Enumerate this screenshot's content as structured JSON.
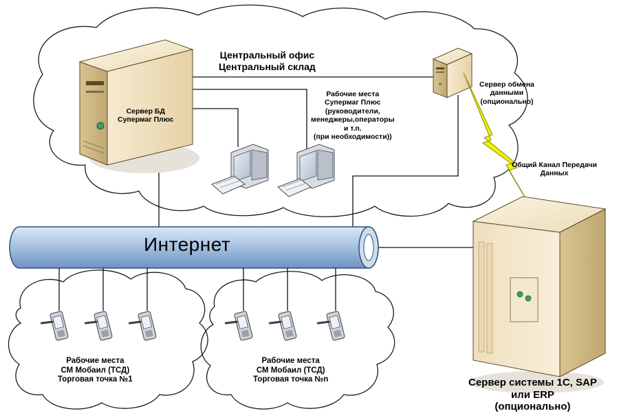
{
  "colors": {
    "pipe": "#a9c3e3",
    "pipe_stroke": "#2f4f7a",
    "server_light": "#f1e3c4",
    "server_dark": "#c8b487",
    "bolt": "#f2f200"
  },
  "office": {
    "title_line1": "Центральный офис",
    "title_line2": "Центральный склад"
  },
  "db_server": {
    "line1": "Сервер БД",
    "line2": "Супермаг Плюс"
  },
  "workstations": {
    "line1": "Рабочие места",
    "line2": "Супермаг Плюс",
    "line3": "(руководители,",
    "line4": "менеджеры,операторы",
    "line5": "и т.п.",
    "line6": "(при необходимости))"
  },
  "exchange_server": {
    "line1": "Сервер обмена",
    "line2": "данными",
    "line3": "(опционально)"
  },
  "channel": {
    "line1": "Общий Канал Передачи",
    "line2": "Данных"
  },
  "internet": {
    "label": "Интернет"
  },
  "store1": {
    "line1": "Рабочие места",
    "line2": "СМ Мобаил (ТСД)",
    "line3": "Торговая точка №1"
  },
  "storen": {
    "line1": "Рабочие места",
    "line2": "СМ Мобаил (ТСД)",
    "line3": "Торговая точка №n"
  },
  "erp_server": {
    "line1": "Сервер системы 1С, SAP",
    "line2": "или ERP",
    "line3": "(опционально)"
  }
}
